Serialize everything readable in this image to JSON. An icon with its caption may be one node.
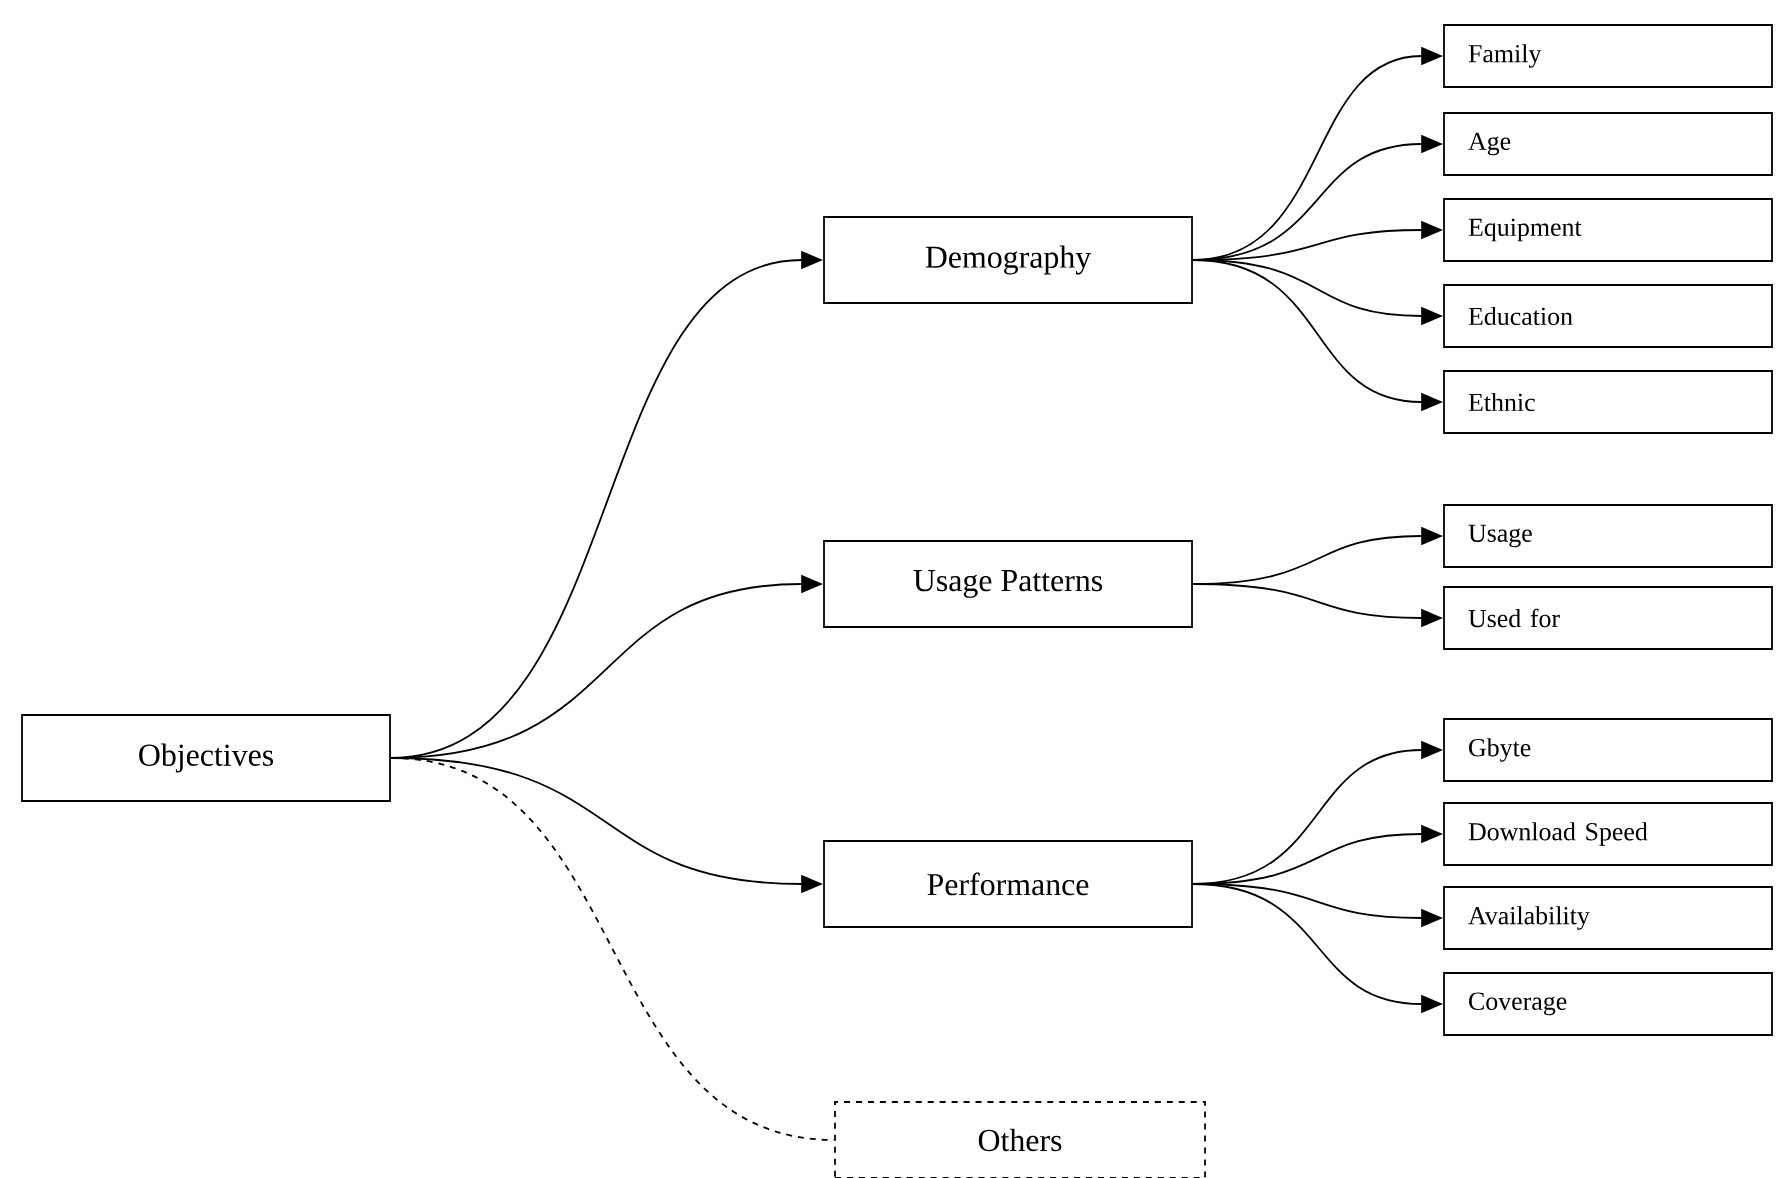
{
  "diagram": {
    "nodes": [
      {
        "text": [
          "Objectives"
        ]
      },
      {
        "text": [
          "Demography"
        ]
      },
      {
        "text": [
          "Usage Patterns"
        ]
      },
      {
        "text": [
          "Performance"
        ]
      },
      {
        "text": [
          "Others"
        ]
      },
      {
        "text": [
          "Family"
        ]
      },
      {
        "text": [
          "Age"
        ]
      },
      {
        "text": [
          "Equipment"
        ]
      },
      {
        "text": [
          "Education"
        ]
      },
      {
        "text": [
          "Ethnic"
        ]
      },
      {
        "text": [
          "Usage"
        ]
      },
      {
        "text": [
          "Used for"
        ]
      },
      {
        "text": [
          "Gbyte"
        ]
      },
      {
        "text": [
          "Download Speed"
        ]
      },
      {
        "text": [
          "Availability"
        ]
      },
      {
        "text": [
          "Coverage"
        ]
      }
    ],
    "edges": [
      {
        "from": 0,
        "to": 1,
        "arrow": "to"
      },
      {
        "from": 0,
        "to": 2,
        "arrow": "to"
      },
      {
        "from": 0,
        "to": 3,
        "arrow": "to"
      },
      {
        "from": 0,
        "to": 4,
        "arrow": "none",
        "style": "dashed"
      },
      {
        "from": 1,
        "to": 5,
        "arrow": "to"
      },
      {
        "from": 1,
        "to": 6,
        "arrow": "to"
      },
      {
        "from": 1,
        "to": 7,
        "arrow": "to"
      },
      {
        "from": 1,
        "to": 8,
        "arrow": "to"
      },
      {
        "from": 1,
        "to": 9,
        "arrow": "to"
      },
      {
        "from": 2,
        "to": 10,
        "arrow": "to"
      },
      {
        "from": 2,
        "to": 11,
        "arrow": "to"
      },
      {
        "from": 3,
        "to": 12,
        "arrow": "to"
      },
      {
        "from": 3,
        "to": 13,
        "arrow": "to"
      },
      {
        "from": 3,
        "to": 14,
        "arrow": "to"
      },
      {
        "from": 3,
        "to": 15,
        "arrow": "to"
      }
    ]
  }
}
